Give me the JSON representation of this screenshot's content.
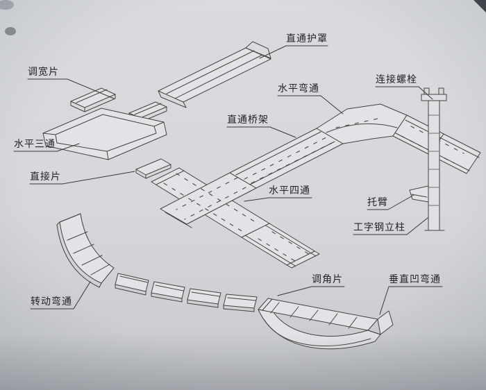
{
  "page": {
    "background": "#d4d6da",
    "line_color": "#45423d",
    "label_color": "#23232a"
  },
  "diagram": {
    "labels": [
      {
        "id": "straight-cover",
        "text": "直通护罩"
      },
      {
        "id": "width-adjust-plate",
        "text": "调宽片"
      },
      {
        "id": "horizontal-bend",
        "text": "水平弯通"
      },
      {
        "id": "connecting-bolt",
        "text": "连接螺栓"
      },
      {
        "id": "straight-tray",
        "text": "直通桥架"
      },
      {
        "id": "horizontal-tee",
        "text": "水平三通"
      },
      {
        "id": "direct-plate",
        "text": "直接片"
      },
      {
        "id": "horizontal-cross",
        "text": "水平四通"
      },
      {
        "id": "support-arm",
        "text": "托臂"
      },
      {
        "id": "i-beam-column",
        "text": "工字钢立柱"
      },
      {
        "id": "angle-adjust-plate",
        "text": "调角片"
      },
      {
        "id": "vertical-concave-bend",
        "text": "垂直凹弯通"
      },
      {
        "id": "rotating-bend",
        "text": "转动弯通"
      }
    ]
  }
}
